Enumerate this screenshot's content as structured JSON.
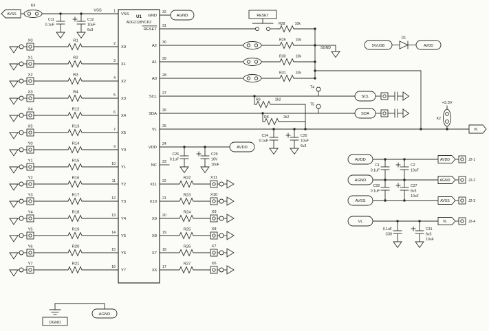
{
  "ic": {
    "refdes": "U1",
    "part": "ADG2128YCPZ"
  },
  "left_rows": [
    {
      "conn": "X0",
      "res": "R1",
      "pin": "2",
      "sig": "X0"
    },
    {
      "conn": "X1",
      "res": "R2",
      "pin": "3",
      "sig": "X1"
    },
    {
      "conn": "X2",
      "res": "R3",
      "pin": "4",
      "sig": "X2"
    },
    {
      "conn": "X3",
      "res": "R4",
      "pin": "5",
      "sig": "X3"
    },
    {
      "conn": "X4",
      "res": "R12",
      "pin": "6",
      "sig": "X4"
    },
    {
      "conn": "X5",
      "res": "R13",
      "pin": "7",
      "sig": "X5"
    },
    {
      "conn": "Y0",
      "res": "R14",
      "pin": "9",
      "sig": "Y0"
    },
    {
      "conn": "Y1",
      "res": "R15",
      "pin": "10",
      "sig": "Y1"
    },
    {
      "conn": "Y2",
      "res": "R16",
      "pin": "11",
      "sig": "Y2"
    },
    {
      "conn": "Y3",
      "res": "R17",
      "pin": "12",
      "sig": "Y3"
    },
    {
      "conn": "Y4",
      "res": "R18",
      "pin": "13",
      "sig": "Y4"
    },
    {
      "conn": "Y5",
      "res": "R19",
      "pin": "14",
      "sig": "Y5"
    },
    {
      "conn": "Y6",
      "res": "R20",
      "pin": "15",
      "sig": "Y6"
    },
    {
      "conn": "Y7",
      "res": "R21",
      "pin": "16",
      "sig": "Y7"
    }
  ],
  "right_rows": [
    {
      "conn": "X11",
      "res": "R22",
      "pin": "22",
      "sig": "X11"
    },
    {
      "conn": "X10",
      "res": "R23",
      "pin": "21",
      "sig": "X10"
    },
    {
      "conn": "X9",
      "res": "R24",
      "pin": "20",
      "sig": "X9"
    },
    {
      "conn": "X8",
      "res": "R25",
      "pin": "19",
      "sig": "X8"
    },
    {
      "conn": "X7",
      "res": "R26",
      "pin": "18",
      "sig": "X7"
    },
    {
      "conn": "X6",
      "res": "R27",
      "pin": "17",
      "sig": "X6"
    }
  ],
  "addr_rows": [
    {
      "sig": "A2",
      "pin": "30",
      "res": "R29",
      "val": "10k"
    },
    {
      "sig": "A1",
      "pin": "29",
      "res": "R30",
      "val": "10k"
    },
    {
      "sig": "A0",
      "pin": "28",
      "res": "R31",
      "val": "10k"
    }
  ],
  "top_left": {
    "avss_flag": "AVSS",
    "k4": "K4",
    "vss_net": "VSS",
    "pin": "1",
    "sig": "VSS",
    "c11": [
      "C11",
      "0.1uF"
    ],
    "c12": [
      "C12",
      "10uF",
      "6v3"
    ]
  },
  "gnd": {
    "pin": "32",
    "sig": "GND",
    "flag": "AGND"
  },
  "reset": {
    "pin": "31",
    "sig": "RESET",
    "switch_label": "RESET",
    "res": "R28",
    "val": "10k"
  },
  "sgnd": "SGND",
  "i2c": {
    "scl": {
      "pin": "27",
      "sig": "SCL",
      "res": "R9",
      "val": "2k2",
      "tp": "T4",
      "flag": "SCL"
    },
    "sda": {
      "pin": "26",
      "sig": "SDA",
      "res": "R8",
      "val": "2k2",
      "tp": "T5",
      "flag": "SDA"
    }
  },
  "vl": {
    "pin": "25",
    "sig": "VL",
    "flag": "VL",
    "v33": "+3.3V",
    "k2": "K2",
    "c24": [
      "C24",
      "0.1uF"
    ],
    "c25": [
      "C25",
      "10uF",
      "6v3"
    ]
  },
  "vdd": {
    "pin": "24",
    "sig": "VDD",
    "flag": "AVDD",
    "c26": [
      "C26",
      "0.1uF"
    ],
    "c29": [
      "C29",
      "16V",
      "10uF"
    ]
  },
  "nc": {
    "pin": "23",
    "sig": "NC"
  },
  "usb": {
    "flag": "5V/USB",
    "diode": "D1",
    "out": "AVDD"
  },
  "j2": {
    "rows": [
      {
        "net": "AVDD",
        "pin": "J2-1"
      },
      {
        "net": "AGND",
        "pin": "J2-2"
      },
      {
        "net": "AVSS",
        "pin": "J2-3"
      },
      {
        "net": "VL",
        "pin": "J2-4"
      }
    ],
    "c1": [
      "C1",
      "0.1uF"
    ],
    "c2": [
      "C2",
      "10uF"
    ],
    "c28": [
      "C28",
      "0.1uF"
    ],
    "c27": [
      "C27",
      "6v3",
      "10uF"
    ],
    "c30": [
      "0.1uF",
      "C30"
    ],
    "c31": [
      "C31",
      "6v3",
      "10uF"
    ]
  },
  "bottom": {
    "dgnd": "DGND",
    "agnd": "AGND"
  }
}
